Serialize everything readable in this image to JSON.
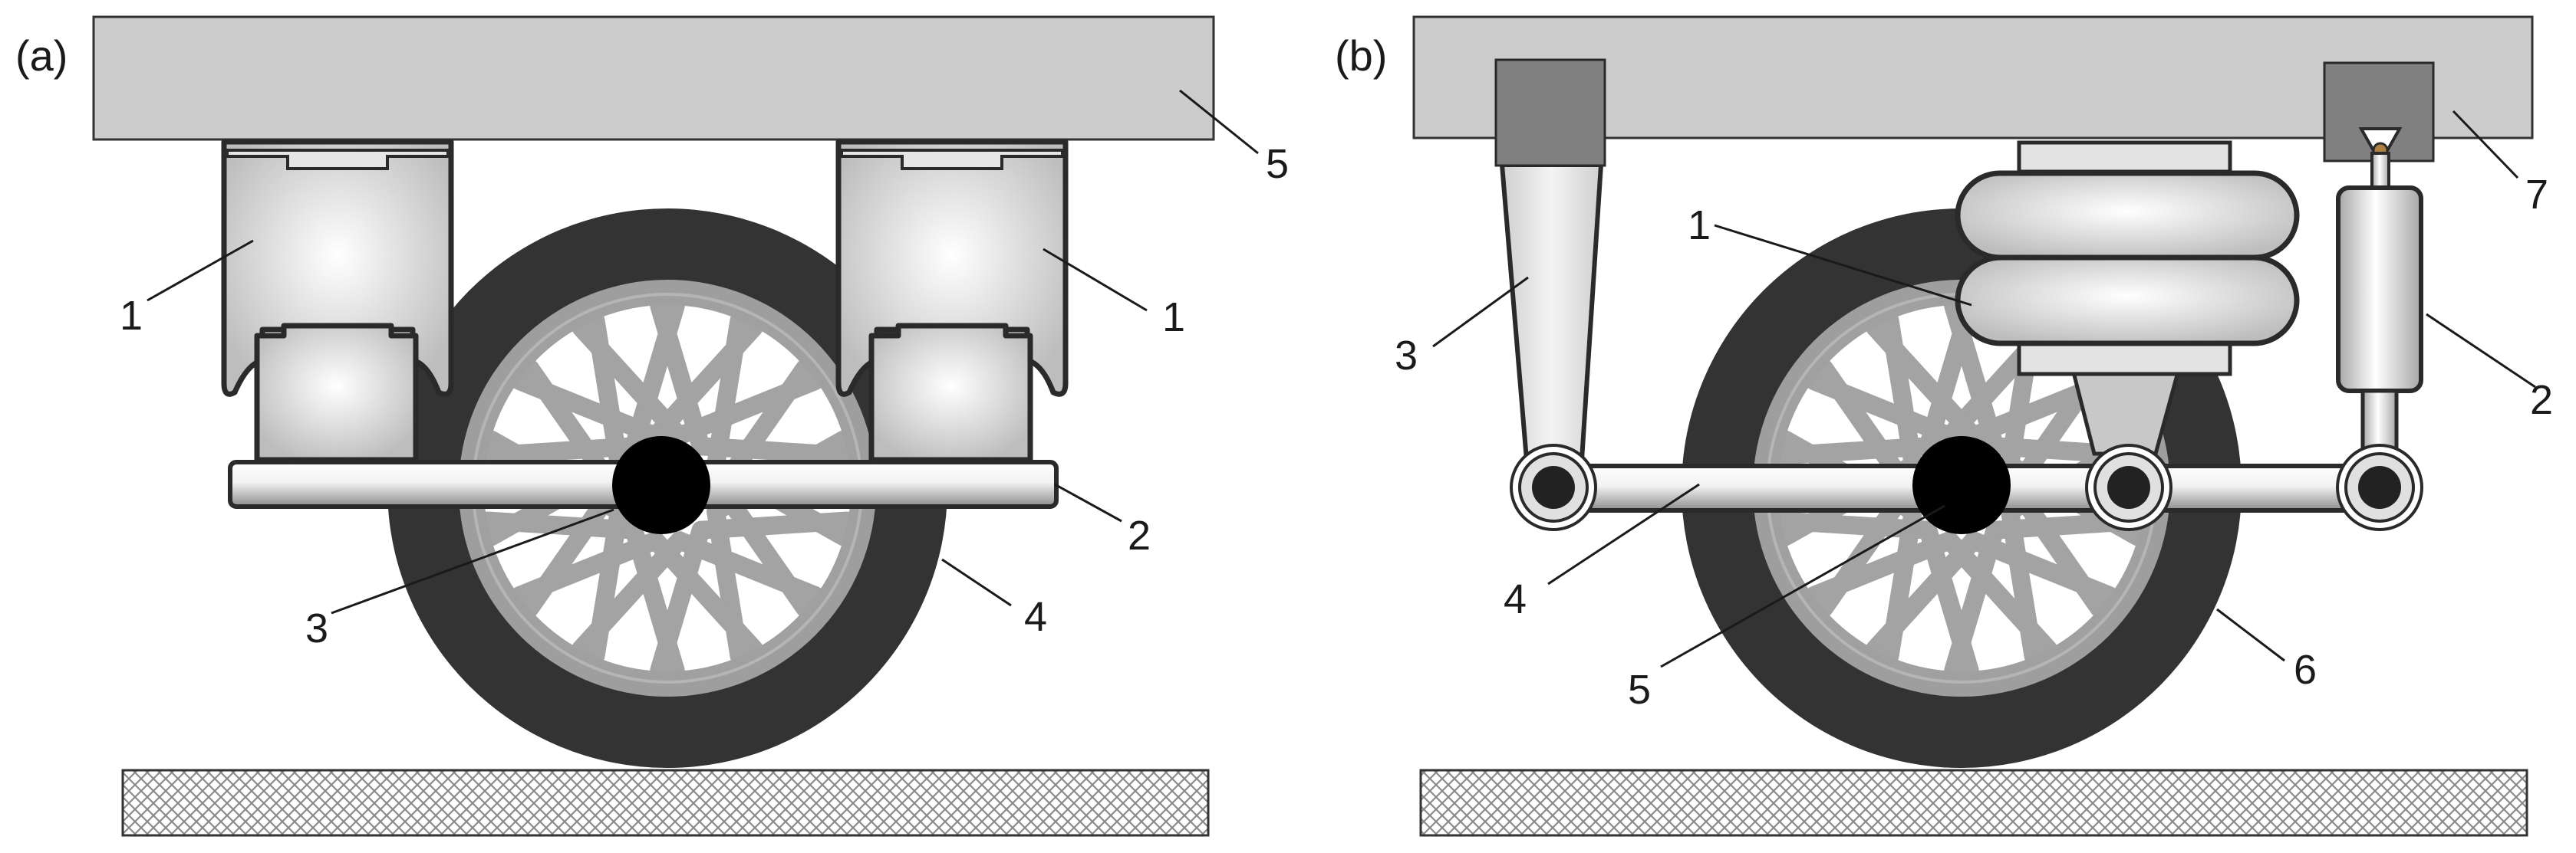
{
  "panels": [
    {
      "id": "a",
      "label": "(a)",
      "callouts": [
        "1",
        "1",
        "2",
        "3",
        "4",
        "5"
      ]
    },
    {
      "id": "b",
      "label": "(b)",
      "callouts": [
        "1",
        "2",
        "3",
        "4",
        "5",
        "6",
        "7"
      ]
    }
  ],
  "colors": {
    "body": "#cccccc",
    "mount": "#808080",
    "tire": "#333333",
    "rim": "#a6a6a6",
    "hub": "#000000",
    "ground_hatch": "#999999",
    "outline": "#2a2a2a"
  }
}
